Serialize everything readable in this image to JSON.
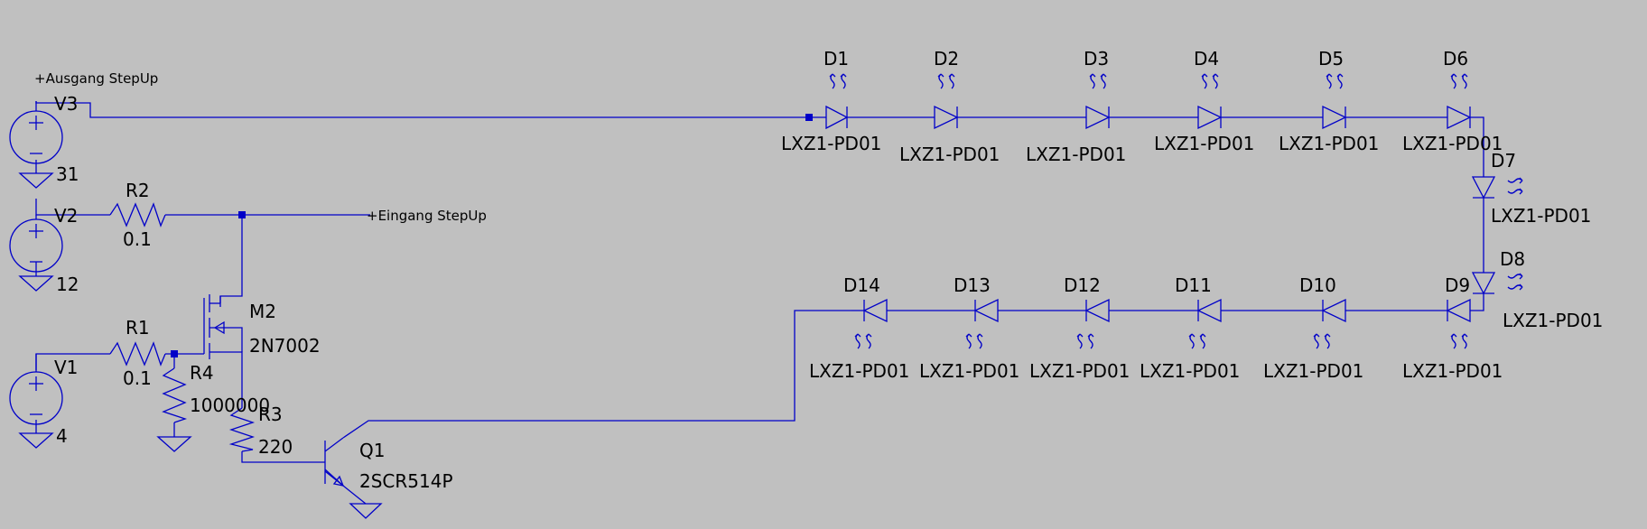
{
  "nets": {
    "out": "+Ausgang StepUp",
    "in": "+Eingang StepUp"
  },
  "components": {
    "V3": {
      "name": "V3",
      "value": "31"
    },
    "V2": {
      "name": "V2",
      "value": "12"
    },
    "V1": {
      "name": "V1",
      "value": "4"
    },
    "R2": {
      "name": "R2",
      "value": "0.1"
    },
    "R1": {
      "name": "R1",
      "value": "0.1"
    },
    "R4": {
      "name": "R4",
      "value": "1000000"
    },
    "R3": {
      "name": "R3",
      "value": "220"
    },
    "M2": {
      "name": "M2",
      "value": "2N7002"
    },
    "Q1": {
      "name": "Q1",
      "value": "2SCR514P"
    }
  },
  "leds": [
    {
      "name": "D1",
      "value": "LXZ1-PD01"
    },
    {
      "name": "D2",
      "value": "LXZ1-PD01"
    },
    {
      "name": "D3",
      "value": "LXZ1-PD01"
    },
    {
      "name": "D4",
      "value": "LXZ1-PD01"
    },
    {
      "name": "D5",
      "value": "LXZ1-PD01"
    },
    {
      "name": "D6",
      "value": "LXZ1-PD01"
    },
    {
      "name": "D7",
      "value": "LXZ1-PD01"
    },
    {
      "name": "D8",
      "value": "LXZ1-PD01"
    },
    {
      "name": "D9",
      "value": "LXZ1-PD01"
    },
    {
      "name": "D10",
      "value": "LXZ1-PD01"
    },
    {
      "name": "D11",
      "value": "LXZ1-PD01"
    },
    {
      "name": "D12",
      "value": "LXZ1-PD01"
    },
    {
      "name": "D13",
      "value": "LXZ1-PD01"
    },
    {
      "name": "D14",
      "value": "LXZ1-PD01"
    }
  ],
  "colors": {
    "wire": "#0000c8",
    "background": "#c0c0c0",
    "text": "#000000"
  }
}
